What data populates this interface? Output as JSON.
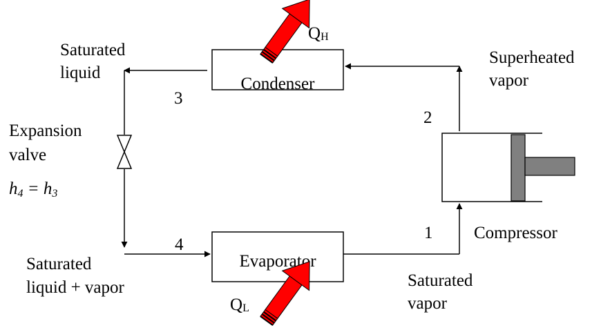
{
  "components": {
    "condenser": "Condenser",
    "evaporator": "Evaporator",
    "compressor": "Compressor",
    "expansion_valve_line1": "Expansion",
    "expansion_valve_line2": "valve"
  },
  "states": {
    "s1": "1",
    "s2": "2",
    "s3": "3",
    "s4": "4"
  },
  "state_labels": {
    "saturated_liquid_line1": "Saturated",
    "saturated_liquid_line2": "liquid",
    "superheated_vapor_line1": "Superheated",
    "superheated_vapor_line2": "vapor",
    "saturated_mix_line1": "Saturated",
    "saturated_mix_line2": "liquid + vapor",
    "saturated_vapor_line1": "Saturated",
    "saturated_vapor_line2": "vapor"
  },
  "heat": {
    "qh_symbol": "Q",
    "qh_subscript": "H",
    "ql_symbol": "Q",
    "ql_subscript": "L"
  },
  "relation": {
    "h4": "h",
    "h4_sub": "4",
    "equals": " = h",
    "h3_sub": "3"
  },
  "colors": {
    "heat_arrow": "#ff0000",
    "piston": "#808080",
    "lines": "#000000"
  }
}
